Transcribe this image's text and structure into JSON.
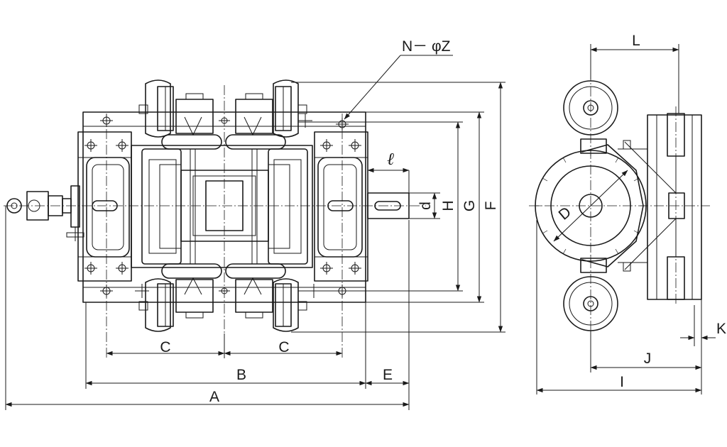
{
  "labels": {
    "A": "A",
    "B": "B",
    "C1": "C",
    "C2": "C",
    "E": "E",
    "F": "F",
    "G": "G",
    "H": "H",
    "d": "d",
    "ell": "ℓ",
    "NZ": "N－ φZ",
    "L": "L",
    "D": "D",
    "I": "I",
    "J": "J",
    "K": "K"
  },
  "colors": {
    "ink": "#1a1a1a",
    "paper": "#ffffff"
  }
}
